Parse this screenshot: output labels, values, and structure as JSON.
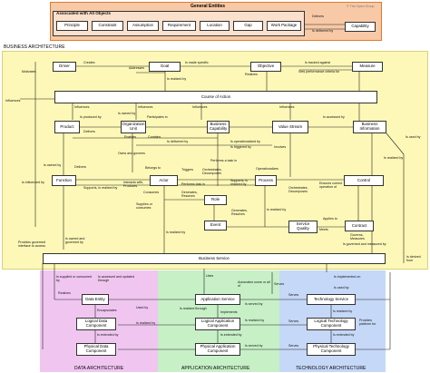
{
  "colors": {
    "general_bg": "#f7c9a6",
    "general_border": "#e07a2e",
    "business_bg": "#fdf8b7",
    "data_bg": "#f0c6f0",
    "application_bg": "#c7f0c7",
    "technology_bg": "#c5d8f7",
    "line": "#222222"
  },
  "general": {
    "title": "General Entities",
    "copyright": "© The Open Group",
    "assoc_title": "Associated with All Objects",
    "items": [
      "Principle",
      "Constraint",
      "Assumption",
      "Requirement",
      "Location",
      "Gap",
      "Work Package"
    ],
    "delivers": "Delivers",
    "is_delivered_by": "Is delivered by",
    "capability": "Capability"
  },
  "business": {
    "label": "BUSINESS ARCHITECTURE",
    "nodes": {
      "driver": "Driver",
      "goal": "Goal",
      "objective": "Objective",
      "measure": "Measure",
      "course": "Course of Action",
      "product": "Product",
      "org_unit": "Organization Unit",
      "bus_capability": "Business Capability",
      "value_stream": "Value Stream",
      "bus_info": "Business Information",
      "function": "Function",
      "actor": "Actor",
      "process": "Process",
      "control": "Control",
      "role": "Role",
      "event": "Event",
      "service_quality": "Service Quality",
      "contract": "Contract",
      "business_service": "Business Service"
    },
    "labels": {
      "motivates": "Motivates",
      "creates": "Creates",
      "addresses": "Addresses",
      "is_made_specific": "Is made specific",
      "realizes": "Realizes",
      "is_tracked_against": "Is tracked against",
      "sets_performance": "Sets performance criteria for",
      "is_realized_by": "Is realized by",
      "influences_left": "Influences",
      "influences_1": "Influences",
      "influences_2": "Influences",
      "influences_3": "Influences",
      "influences_4": "Influences",
      "is_produced_by": "Is produced by",
      "is_owned_by_top": "Is owned by",
      "participates_in": "Participates in",
      "is_accessed_by": "Is accessed by",
      "delivers": "Delivers",
      "enables": "Enables",
      "contains": "Contains",
      "is_delivered_by": "Is delivered by",
      "is_operationalized_by": "Is operationalized by",
      "is_triggered_by": "Is triggered by",
      "involves": "Involves",
      "is_used_by": "Is used by",
      "is_realized_by_2": "Is realized by",
      "is_owned_by": "Is owned by",
      "delivers_2": "Delivers",
      "owns_and_governs": "Owns and governs",
      "belongs_to": "Belongs to",
      "performs_a_task": "Performs a task in",
      "operationalizes": "Operationalizes",
      "triggers": "Triggers",
      "orchestrates": "Orchestrates, Decomposes",
      "is_influenced_by": "Is influenced by",
      "supports_realized": "Supports, is realized by",
      "interacts_with": "Interacts with, Produces",
      "consumes": "Consumes",
      "performs_task_in": "Performs task in",
      "generates_resolves": "Generates, Resolves",
      "supports_realized_2": "Supports, is realized by",
      "orchestrates_2": "Orchestrates, Decomposes",
      "ensures_correct": "Ensures correct operation of",
      "supplies_or_consumes": "Supplies or consumes",
      "generates_resolves_2": "Generates, Resolves",
      "applies_to": "Applies to",
      "meets": "Meets",
      "governs_measures": "Governs, Measures",
      "is_governed_measured": "Is governed and measured by",
      "provides_governed": "Provides governed interface to access",
      "is_owned_governed": "Is owned and governed by",
      "is_realized_by_3": "Is realized by",
      "is_realized_by_4": "Is realized by",
      "is_derived_from": "Is derived from",
      "is_supplied_or_consumed": "Is supplied or consumed by",
      "is_accessed_updated": "Is accessed and updated through",
      "automates": "Automates some or all of",
      "uses": "Uses",
      "serves": "Serves",
      "is_implemented_on": "Is implemented on",
      "is_used_by_right": "Is used by"
    }
  },
  "data": {
    "label": "DATA ARCHITECTURE",
    "nodes": {
      "data_entity": "Data Entity",
      "logical": "Logical Data Component",
      "physical": "Physical Data Component"
    },
    "labels": {
      "realizes": "Realizes",
      "encapsulates": "Encapsulates",
      "is_extended_by": "Is extended by",
      "used_by": "Used by",
      "is_realized_by": "Is realized by"
    }
  },
  "application": {
    "label": "APPLICATION ARCHITECTURE",
    "nodes": {
      "app_service": "Application Service",
      "logical": "Logical Application Component",
      "physical": "Physical Application Component"
    },
    "labels": {
      "is_realized_through": "Is realized through",
      "implements": "Implements",
      "is_extended_by": "Is extended by",
      "is_served_by": "Is served by",
      "is_realized_by": "Is realized by",
      "is_served_by_2": "Is served by"
    }
  },
  "technology": {
    "label": "TECHNOLOGY ARCHITECTURE",
    "nodes": {
      "tech_service": "Technology Service",
      "logical": "Logical Technology Component",
      "physical": "Physical Technology Component"
    },
    "labels": {
      "serves": "Serves",
      "serves_2": "Serves",
      "serves_3": "Serves",
      "is_realized_by": "Is realized by",
      "is_extended_by": "Is extended by",
      "provides_platform": "Provides platform for"
    }
  }
}
